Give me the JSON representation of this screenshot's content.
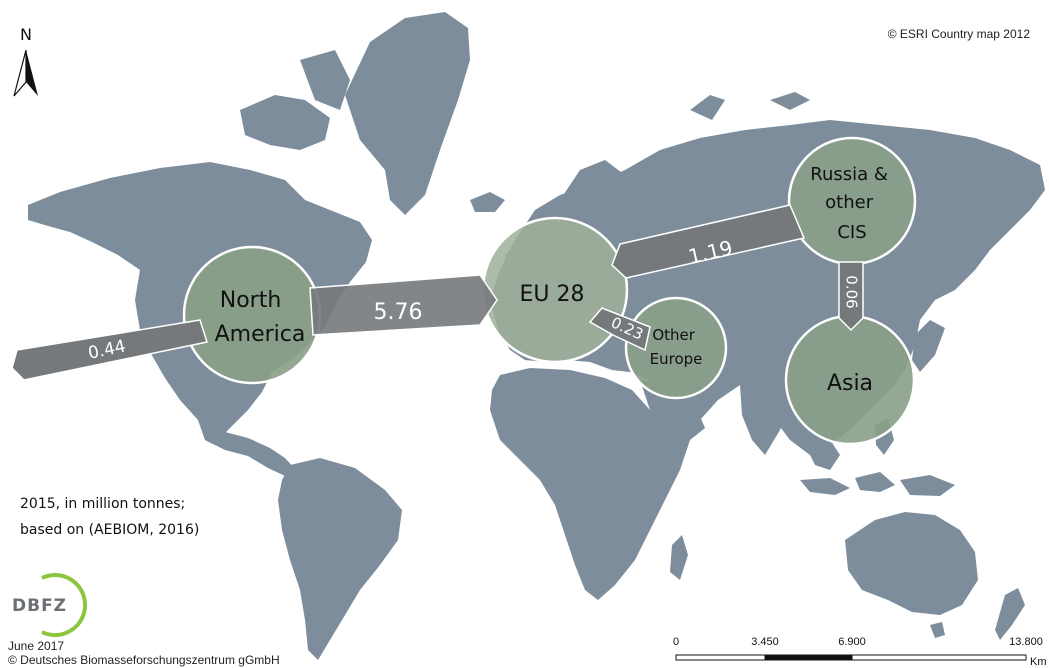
{
  "map": {
    "copyright": "© ESRI Country map 2012",
    "north_label": "N",
    "note_lines": [
      "2015, in million tonnes;",
      "based on (AEBIOM, 2016)"
    ],
    "logo_text": "DBFZ",
    "footer_date": "June 2017",
    "footer_org": "© Deutsches Biomasseforschungszentrum gGmbH",
    "scale": {
      "labels": [
        "0",
        "3.450",
        "6.900",
        "13.800"
      ],
      "unit": "Km"
    },
    "colors": {
      "land": "#7d8d9c",
      "ocean": "#ffffff",
      "region_fill": "#8a9f88",
      "region_stroke": "#ffffff",
      "arrow_fill": "#76797c",
      "arrow_stroke": "#ffffff",
      "logo_green": "#8cc63f"
    },
    "regions": [
      {
        "id": "north-america",
        "lines": [
          "North",
          "America"
        ]
      },
      {
        "id": "eu-28",
        "lines": [
          "EU 28"
        ]
      },
      {
        "id": "russia-cis",
        "lines": [
          "Russia &",
          "other",
          "CIS"
        ]
      },
      {
        "id": "other-europe",
        "lines": [
          "Other",
          "Europe"
        ]
      },
      {
        "id": "asia",
        "lines": [
          "Asia"
        ]
      }
    ],
    "flows": [
      {
        "id": "na-to-west",
        "value": "0.44",
        "from": "North America",
        "to": "west (Pacific)"
      },
      {
        "id": "na-to-eu",
        "value": "5.76",
        "from": "North America",
        "to": "EU 28"
      },
      {
        "id": "russia-to-eu",
        "value": "1.19",
        "from": "Russia & other CIS",
        "to": "EU 28"
      },
      {
        "id": "eu-to-other-europe",
        "value": "0.23",
        "from": "Other Europe",
        "to": "EU 28"
      },
      {
        "id": "russia-to-asia",
        "value": "0.06",
        "from": "Russia & other CIS",
        "to": "Asia"
      }
    ]
  }
}
